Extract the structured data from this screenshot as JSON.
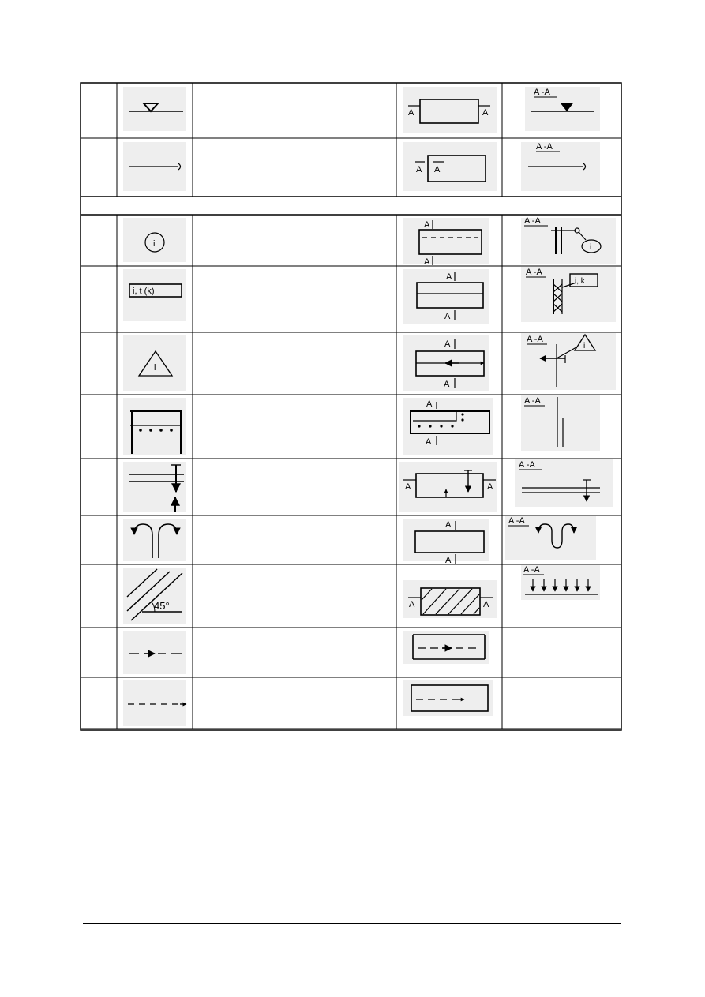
{
  "labels": {
    "a": "A",
    "section": "A -A",
    "tag_i": "i",
    "tag_itk": "i, t (k)",
    "tag_ik": "i, k",
    "angle": "45°"
  },
  "rows": [
    {
      "symbol": "level-mark"
    },
    {
      "symbol": "slope-line"
    },
    {
      "symbol": "circle-i"
    },
    {
      "symbol": "box-itk"
    },
    {
      "symbol": "triangle-i"
    },
    {
      "symbol": "frame-dots"
    },
    {
      "symbol": "line-arrows"
    },
    {
      "symbol": "arc-arrows"
    },
    {
      "symbol": "hatch-45"
    },
    {
      "symbol": "dash-arrow-mid"
    },
    {
      "symbol": "dash-arrow-end"
    }
  ]
}
